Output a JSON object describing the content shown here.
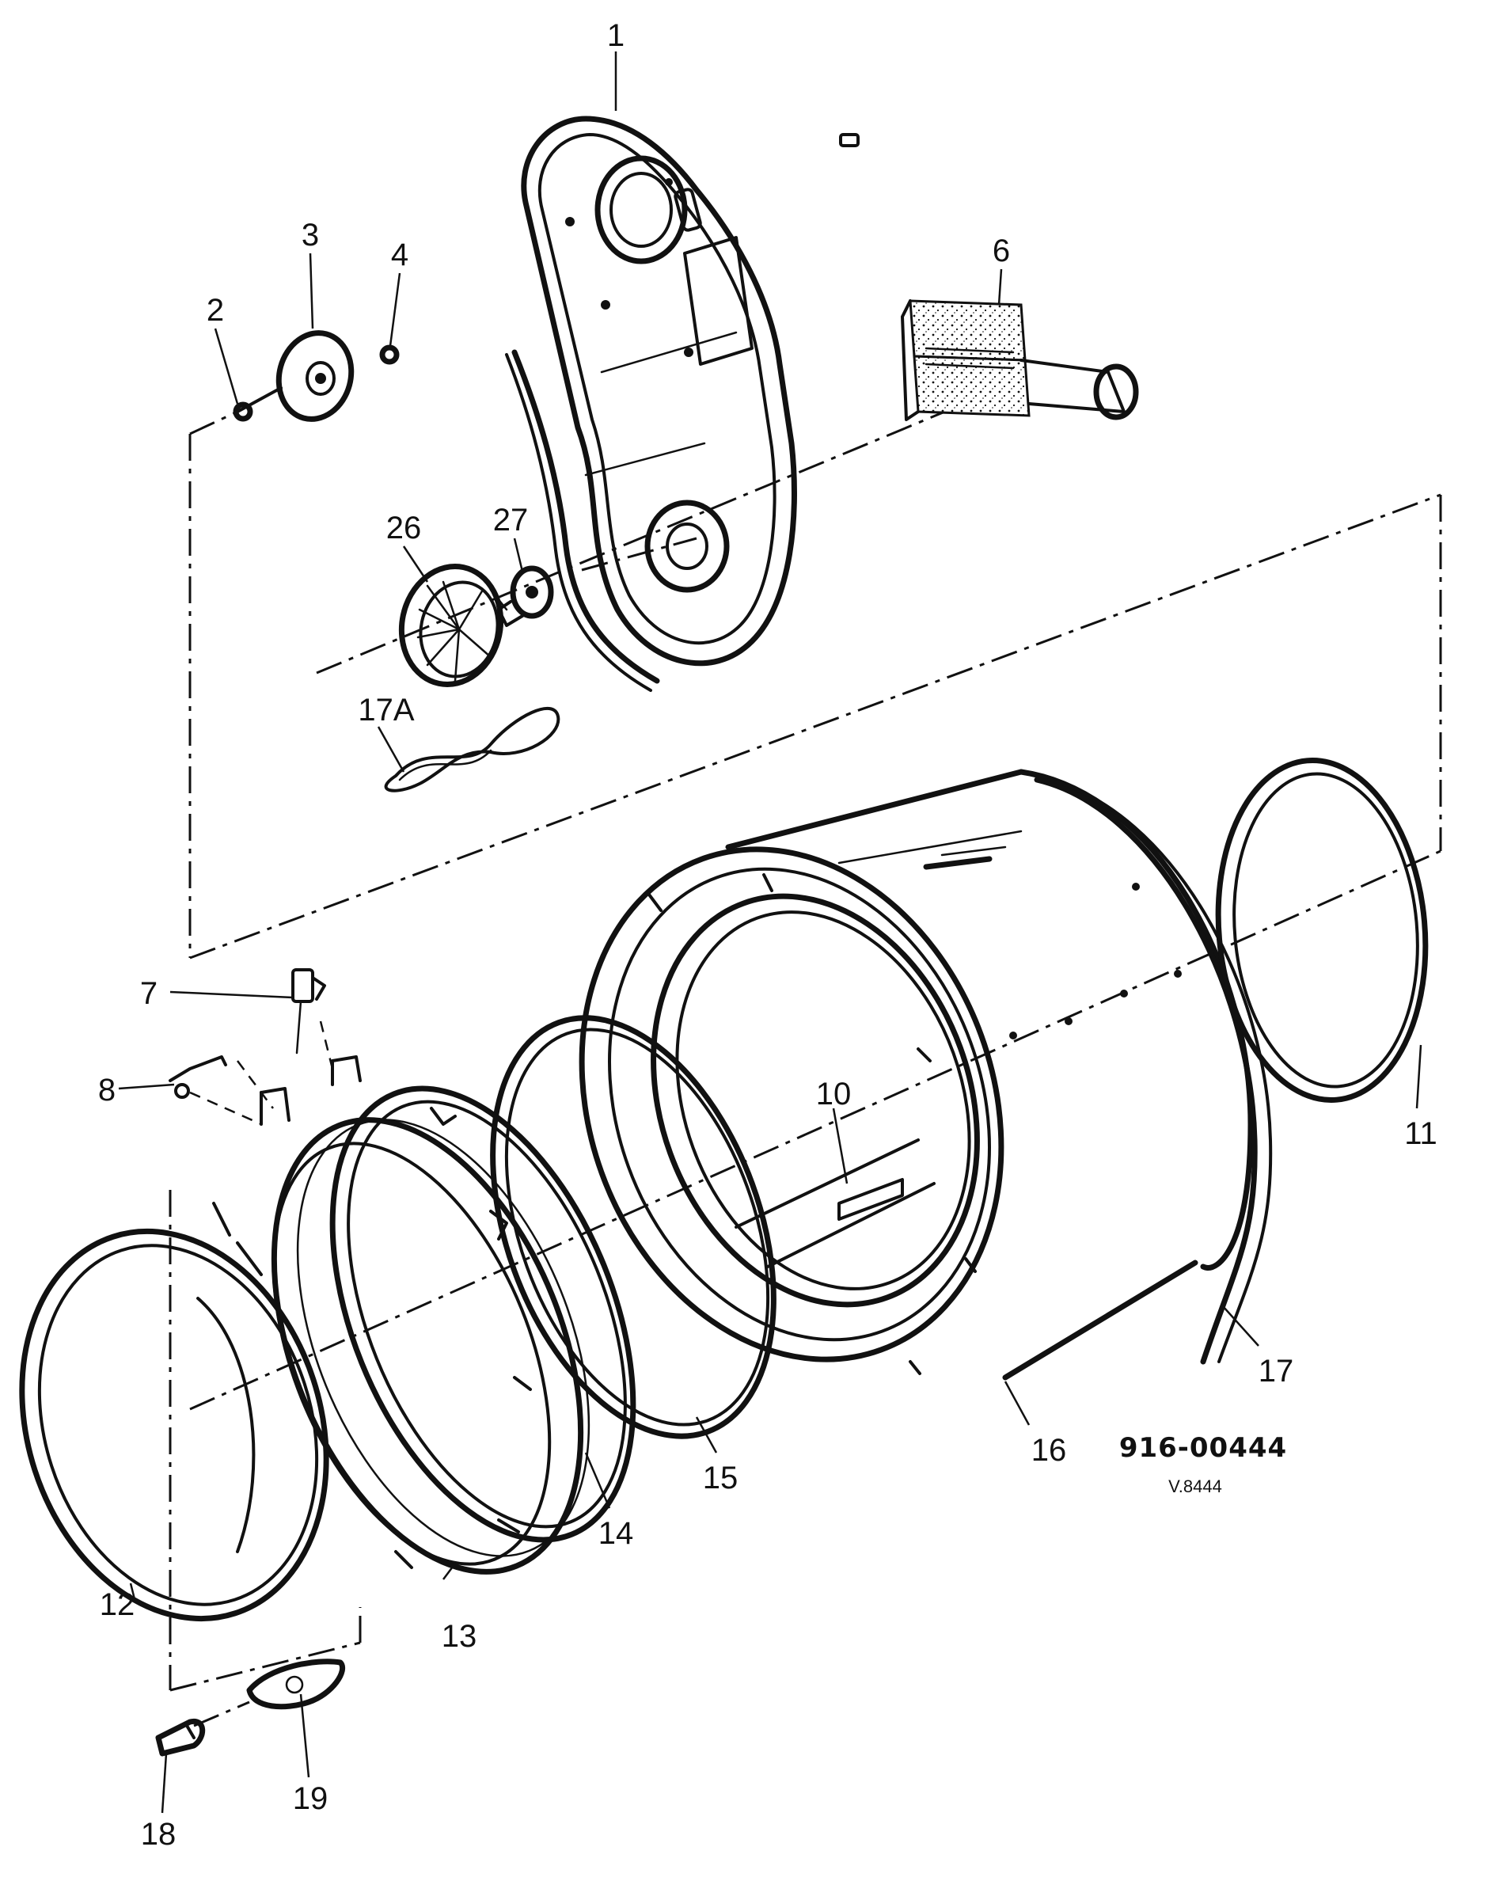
{
  "diagram": {
    "drawing_code": "916-00444",
    "version": "V.8444",
    "callouts": [
      {
        "id": "1",
        "label": "1"
      },
      {
        "id": "2",
        "label": "2"
      },
      {
        "id": "3",
        "label": "3"
      },
      {
        "id": "4",
        "label": "4"
      },
      {
        "id": "6",
        "label": "6"
      },
      {
        "id": "26",
        "label": "26"
      },
      {
        "id": "27",
        "label": "27"
      },
      {
        "id": "17a",
        "label": "17A"
      },
      {
        "id": "7",
        "label": "7"
      },
      {
        "id": "8",
        "label": "8"
      },
      {
        "id": "10",
        "label": "10"
      },
      {
        "id": "11",
        "label": "11"
      },
      {
        "id": "12",
        "label": "12"
      },
      {
        "id": "13",
        "label": "13"
      },
      {
        "id": "14",
        "label": "14"
      },
      {
        "id": "15",
        "label": "15"
      },
      {
        "id": "16",
        "label": "16"
      },
      {
        "id": "17",
        "label": "17"
      },
      {
        "id": "18",
        "label": "18"
      },
      {
        "id": "19",
        "label": "19"
      }
    ]
  }
}
